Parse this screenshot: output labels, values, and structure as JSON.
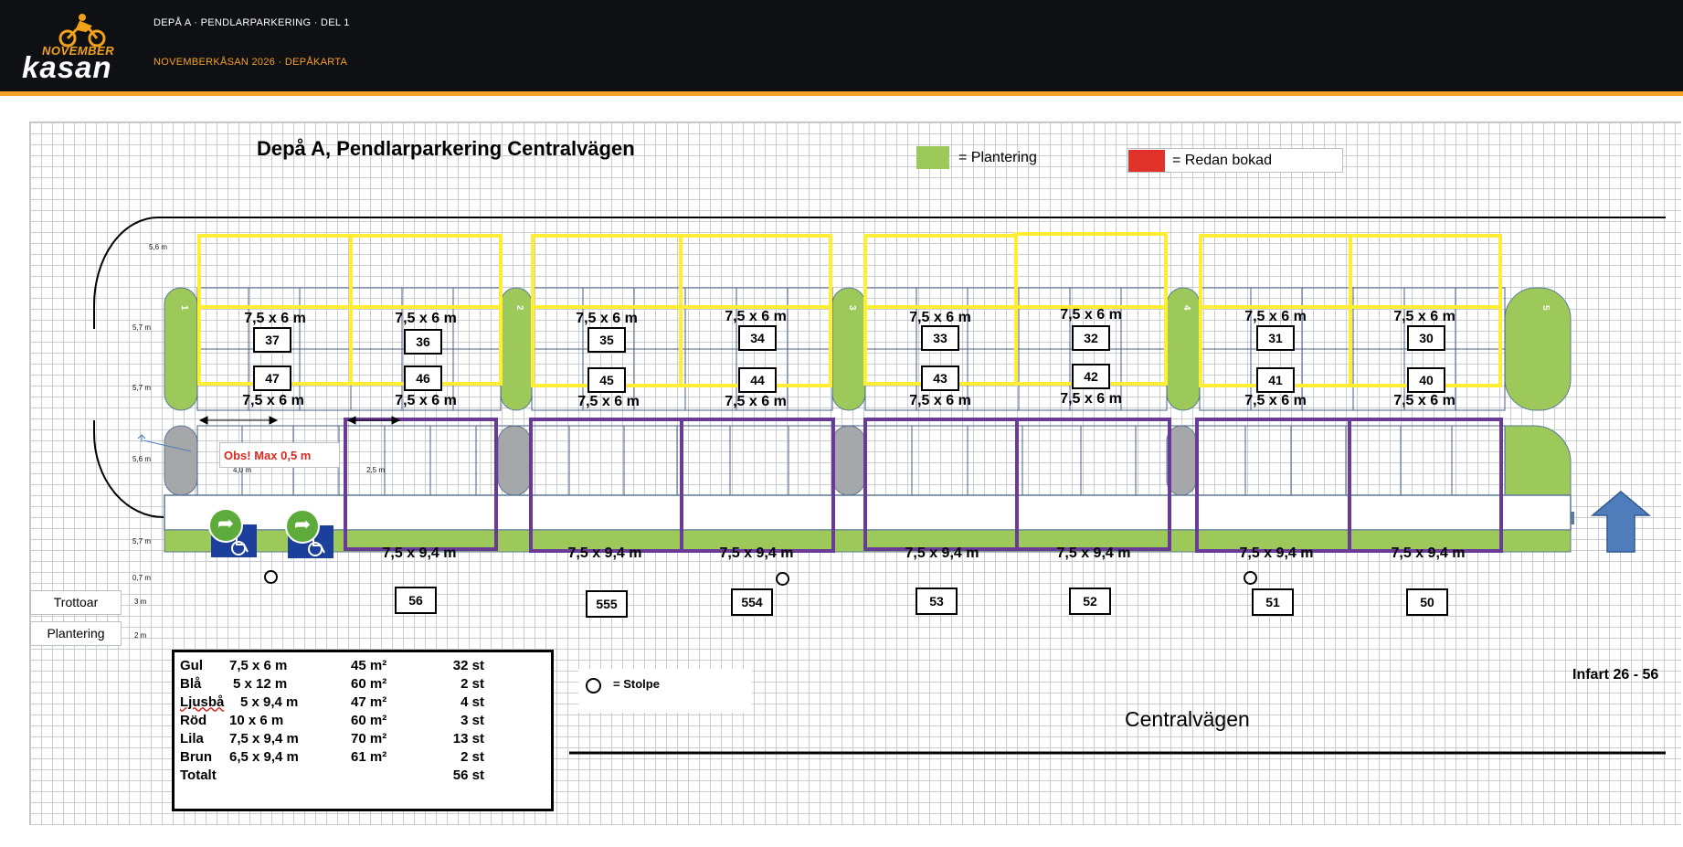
{
  "header": {
    "logo_text_small": "NOVEMBER",
    "logo_text_big": "kasan",
    "title": "DEPÅ A · PENDLARPARKERING · DEL 1",
    "subtitle": "NOVEMBERKÅSAN 2026 · DEPÅKARTA"
  },
  "map": {
    "title": "Depå A,  Pendlarparkering Centralvägen",
    "legend": {
      "planting": "= Plantering",
      "booked": "= Redan bokad",
      "post": "= Stolpe"
    },
    "colors": {
      "yellow_plot": "#ffee33",
      "purple_plot": "#6a3a98",
      "planting": "#9cc95a",
      "booked": "#e1322a",
      "curb": "#a6a7a8",
      "arrow": "#4f7dbb"
    },
    "island_numbers": [
      "1",
      "2",
      "3",
      "4",
      "5"
    ],
    "dimensions": {
      "top_lane": "5,6 m",
      "row1": "5,7 m",
      "row2": "5,7 m",
      "mid_lane": "5,6 m",
      "row3": "5,7 m",
      "curb": "0,7 m",
      "sidewalk": "3 m",
      "planting": "2 m",
      "hc_width": "4,0 m",
      "gap_width": "2,5 m"
    },
    "obs_note": "Obs! Max  0,5 m",
    "side_labels": {
      "sidewalk": "Trottoar",
      "planting": "Plantering"
    },
    "road_name": "Centralvägen",
    "entry_label": "Infart 26 - 56",
    "upper_row": [
      {
        "size": "7,5 x 6 m",
        "number": "37"
      },
      {
        "size": "7,5 x 6 m",
        "number": "36"
      },
      {
        "size": "7,5 x 6 m",
        "number": "35"
      },
      {
        "size": "7,5 x 6 m",
        "number": "34"
      },
      {
        "size": "7,5 x 6 m",
        "number": "33"
      },
      {
        "size": "7,5 x 6 m",
        "number": "32"
      },
      {
        "size": "7,5 x 6 m",
        "number": "31"
      },
      {
        "size": "7,5 x 6 m",
        "number": "30"
      }
    ],
    "middle_row": [
      {
        "size": "7,5 x 6 m",
        "number": "47"
      },
      {
        "size": "7,5 x 6 m",
        "number": "46"
      },
      {
        "size": "7,5 x 6 m",
        "number": "45"
      },
      {
        "size": "7,5 x 6 m",
        "number": "44"
      },
      {
        "size": "7,5 x 6 m",
        "number": "43"
      },
      {
        "size": "7,5 x 6 m",
        "number": "42"
      },
      {
        "size": "7,5 x 6 m",
        "number": "41"
      },
      {
        "size": "7,5 x 6 m",
        "number": "40"
      }
    ],
    "lower_row": [
      {
        "size": "7,5 x 9,4 m",
        "number": "56"
      },
      {
        "size": "7,5 x 9,4 m",
        "number": "555"
      },
      {
        "size": "7,5 x 9,4 m",
        "number": "554"
      },
      {
        "size": "7,5 x 9,4 m",
        "number": "53"
      },
      {
        "size": "7,5 x 9,4 m",
        "number": "52"
      },
      {
        "size": "7,5 x 9,4 m",
        "number": "51"
      },
      {
        "size": "7,5 x 9,4 m",
        "number": "50"
      }
    ],
    "summary": [
      {
        "color": "Gul",
        "size": "7,5 x 6 m",
        "area": "45  m²",
        "count": "32 st"
      },
      {
        "color": "Blå",
        "size": "5 x 12 m",
        "area": "60 m²",
        "count": "2 st"
      },
      {
        "color": "Ljusbå",
        "size": "5 x 9,4 m",
        "area": "47 m²",
        "count": "4 st"
      },
      {
        "color": "Röd",
        "size": "10 x 6 m",
        "area": "60 m²",
        "count": "3 st"
      },
      {
        "color": "Lila",
        "size": "7,5 x 9,4 m",
        "area": "70 m²",
        "count": "13 st"
      },
      {
        "color": "Brun",
        "size": "6,5 x 9,4 m",
        "area": "61 m²",
        "count": "2 st"
      },
      {
        "color": "Totalt",
        "size": "",
        "area": "",
        "count": "56 st"
      }
    ]
  }
}
